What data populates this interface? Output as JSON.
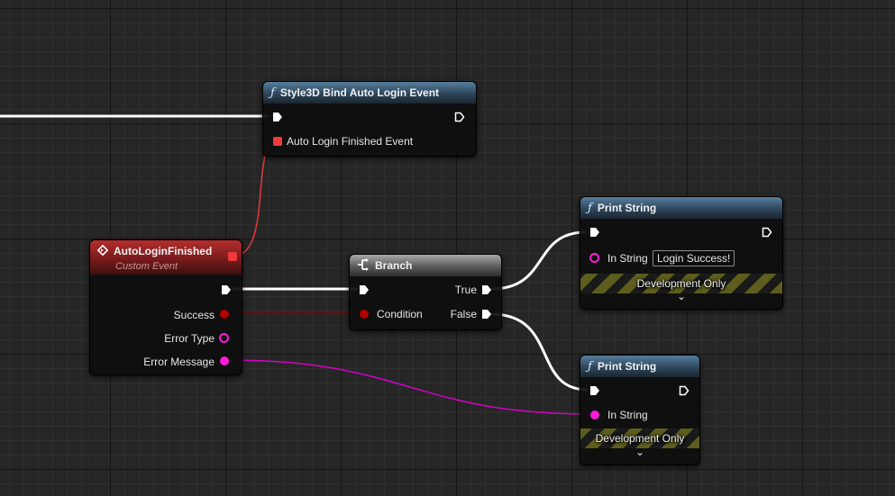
{
  "colors": {
    "exec_wire": "#ffffff",
    "bool_wire": "#8c0000",
    "string_wire": "#d400c8",
    "delegate_wire": "#e53b3b",
    "string_pin": "#ff1ad9",
    "bool_pin": "#b30000",
    "delegate_pin": "#ef3b3b"
  },
  "nodes": {
    "bind_event": {
      "icon": "function-icon",
      "title": "Style3D Bind Auto Login Event",
      "pin_event": "Auto Login Finished Event"
    },
    "custom_event": {
      "icon": "event-icon",
      "title": "AutoLoginFinished",
      "subtitle": "Custom Event",
      "pins": [
        "Success",
        "Error Type",
        "Error Message"
      ]
    },
    "branch": {
      "icon": "branch-icon",
      "title": "Branch",
      "condition": "Condition",
      "true_label": "True",
      "false_label": "False"
    },
    "print_1": {
      "icon": "function-icon",
      "title": "Print String",
      "in_string": "In String",
      "in_string_value": "Login Success!",
      "dev_only": "Development Only",
      "expand": "⌄"
    },
    "print_2": {
      "icon": "function-icon",
      "title": "Print String",
      "in_string": "In String",
      "dev_only": "Development Only",
      "expand": "⌄"
    }
  }
}
